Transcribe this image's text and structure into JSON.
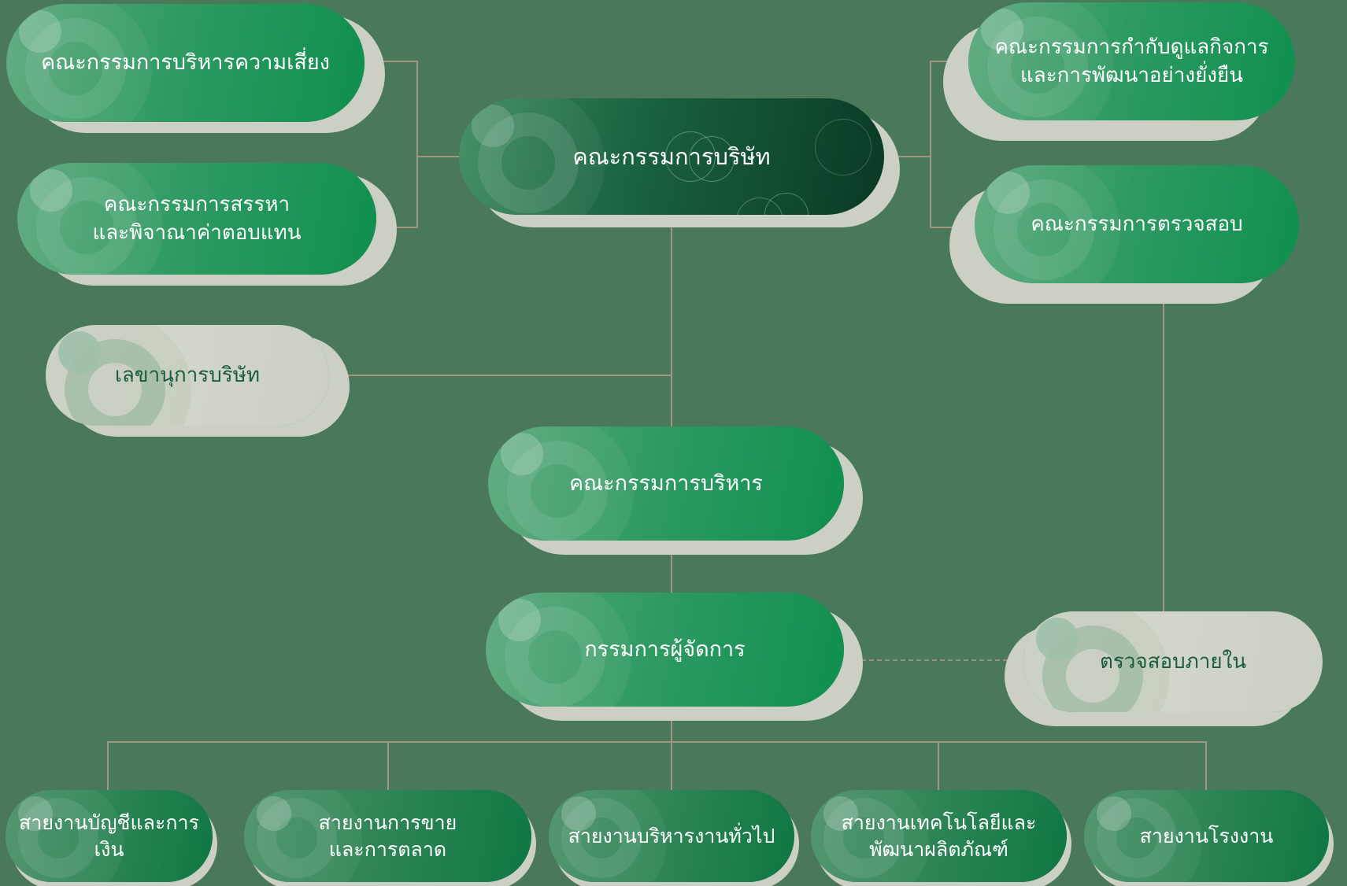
{
  "colors": {
    "background": "#4a785b",
    "pill_light_from": "#5ba87d",
    "pill_light_to": "#0f8f4e",
    "pill_bottom_from": "#4b9169",
    "pill_bottom_to": "#0e7743",
    "board_from": "#3c8a5e",
    "board_to": "#0a3a24",
    "gray_from": "#d7dacf",
    "gray_to": "#ccd0c4",
    "gray_text": "#1b5b3b",
    "connector": "#a59484",
    "shadow": "#ccd0c4",
    "text_color": "#ffffff"
  },
  "nodes": {
    "board": {
      "label": "คณะกรรมการบริษัท"
    },
    "risk_committee": {
      "label": "คณะกรรมการบริหารความเสี่ยง"
    },
    "nomination_committee": {
      "label": "คณะกรรมการสรรหา\nและพิจาณาค่าตอบแทน"
    },
    "governance_committee": {
      "label": "คณะกรรมการกำกับดูแลกิจการ\nและการพัฒนาอย่างยั่งยืน"
    },
    "audit_committee": {
      "label": "คณะกรรมการตรวจสอบ"
    },
    "company_secretary": {
      "label": "เลขานุการบริษัท"
    },
    "executive_committee": {
      "label": "คณะกรรมการบริหาร"
    },
    "managing_director": {
      "label": "กรรมการผู้จัดการ"
    },
    "internal_audit": {
      "label": "ตรวจสอบภายใน"
    },
    "divisions": [
      {
        "label": "สายงานบัญชีและการเงิน"
      },
      {
        "label": "สายงานการขาย\nและการตลาด"
      },
      {
        "label": "สายงานบริหารงานทั่วไป"
      },
      {
        "label": "สายงานเทคโนโลยีและ\nพัฒนาผลิตภัณฑ์"
      },
      {
        "label": "สายงานโรงงาน"
      }
    ]
  }
}
